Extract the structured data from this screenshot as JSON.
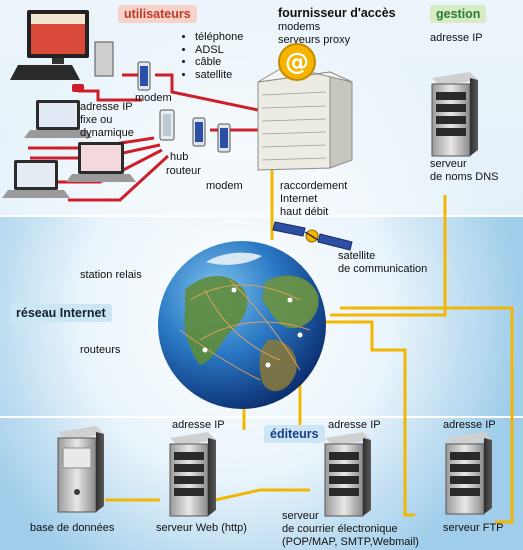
{
  "headers": {
    "utilisateurs": "utilisateurs",
    "gestion": "gestion",
    "reseau": "réseau Internet",
    "editeurs": "éditeurs"
  },
  "fai": {
    "title": "fournisseur d'accès",
    "line1": "modems",
    "line2": "serveurs proxy"
  },
  "connection_types": [
    "téléphone",
    "ADSL",
    "câble",
    "satellite"
  ],
  "labels": {
    "modem_top": "modem",
    "ip_fixed_1": "adresse IP",
    "ip_fixed_2": "fixe ou",
    "ip_fixed_3": "dynamique",
    "hub": "hub",
    "routeur": "routeur",
    "modem_mid": "modem",
    "raccord_1": "raccordement",
    "raccord_2": "Internet",
    "raccord_3": "haut débit",
    "gestion_ip": "adresse IP",
    "dns_1": "serveur",
    "dns_2": "de noms DNS",
    "station": "station relais",
    "sat_1": "satellite",
    "sat_2": "de communication",
    "routeurs": "routeurs",
    "web_ip": "adresse IP",
    "mail_ip": "adresse IP",
    "ftp_ip": "adresse IP",
    "db": "base de données",
    "web": "serveur Web (http)",
    "mail_1": "serveur",
    "mail_2": "de courrier électronique",
    "mail_3": "(POP/MAP, SMTP,Webmail)",
    "ftp": "serveur FTP"
  },
  "colors": {
    "red_link": "#cc1f2a",
    "yellow_link": "#f2b705",
    "header_pink": "#f6d2c8",
    "header_green": "#d6ebc6",
    "header_blue": "#cde6f5"
  },
  "icons": [
    "desktop-computer-icon",
    "laptop-icon",
    "modem-icon",
    "hub-icon",
    "router-icon",
    "server-tower-icon",
    "isp-building-icon",
    "at-sign-icon",
    "satellite-icon",
    "globe-icon",
    "database-server-icon"
  ]
}
